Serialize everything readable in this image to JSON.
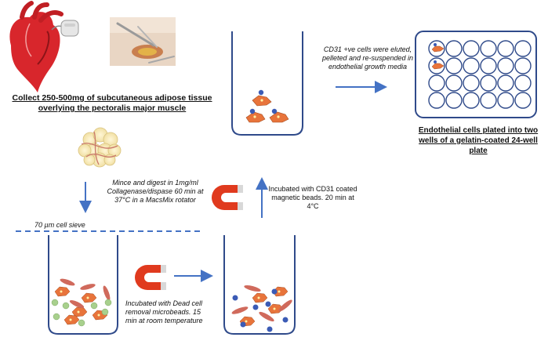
{
  "labels": {
    "collect": "Collect 250-500mg of subcutaneous adipose tissue overlying the pectoralis major muscle",
    "mince": "Mince and digest in 1mg/ml Collagenase/dispase 60 min at 37°C in a MacsMix rotator",
    "sieve": "70 µm cell sieve",
    "dead_cell": "Incubated with Dead cell removal microbeads. 15 min at room temperature",
    "cd31_beads": "Incubated with CD31 coated magnetic beads. 20 min at 4°C",
    "eluted": "CD31 +ve cells were eluted, pelleted and re-suspended in endothelial growth media",
    "plated": "Endothelial cells plated into two wells of a gelatin-coated 24-well plate"
  },
  "colors": {
    "arrow": "#4472c4",
    "tube": "#2f4a8a",
    "cell": "#e8743b",
    "bead": "#3b5bb5",
    "rbc": "#d06a5c",
    "greencell": "#a8d08d",
    "magnet": "#e03a1e",
    "heart": "#d8262c"
  },
  "icons": [
    "heart-icon",
    "surgery-photo",
    "adipose-tissue-icon",
    "magnet-icon",
    "magnet-icon-2"
  ]
}
